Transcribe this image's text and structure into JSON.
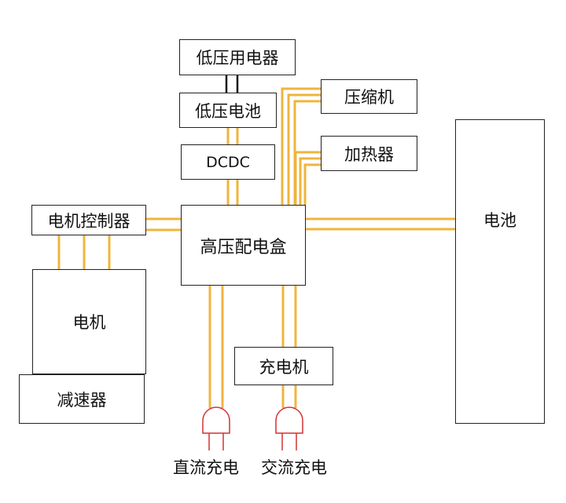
{
  "blocks": {
    "low_voltage_appliances": "低压用电器",
    "low_voltage_battery": "低压电池",
    "dcdc": "DCDC",
    "compressor": "压缩机",
    "heater": "加热器",
    "motor_controller": "电机控制器",
    "pdu": "高压配电盒",
    "battery": "电池",
    "motor": "电机",
    "reducer": "减速器",
    "charger": "充电机"
  },
  "plugs": {
    "dc_charging": "直流充电",
    "ac_charging": "交流充电"
  },
  "colors": {
    "hv_wire": "#f0b43c",
    "lv_wire": "#111111",
    "plug": "#d23232",
    "border": "#222222"
  }
}
